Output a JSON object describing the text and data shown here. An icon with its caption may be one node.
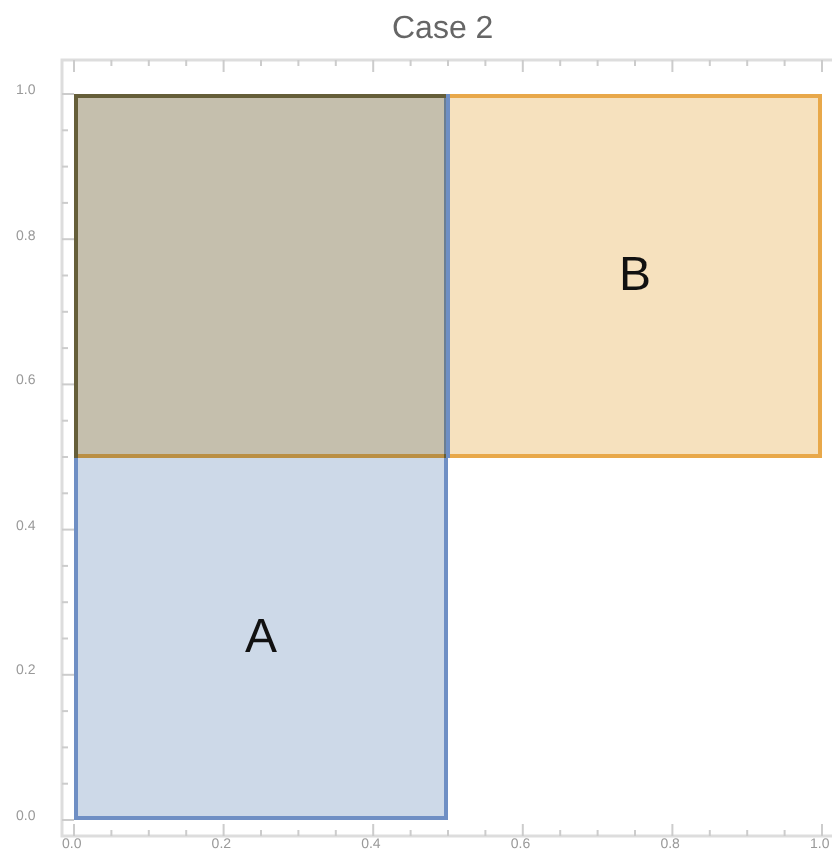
{
  "diagram": {
    "title": "Case 2",
    "nodes": [
      {
        "text": [
          "A"
        ]
      },
      {
        "text": [
          "B"
        ]
      }
    ],
    "labels": [
      "1.0",
      "0.8",
      "0.6",
      "0.4",
      "0.2",
      "0.0",
      "0.0",
      "0.2",
      "0.4",
      "0.6",
      "0.8",
      "1.0"
    ]
  }
}
